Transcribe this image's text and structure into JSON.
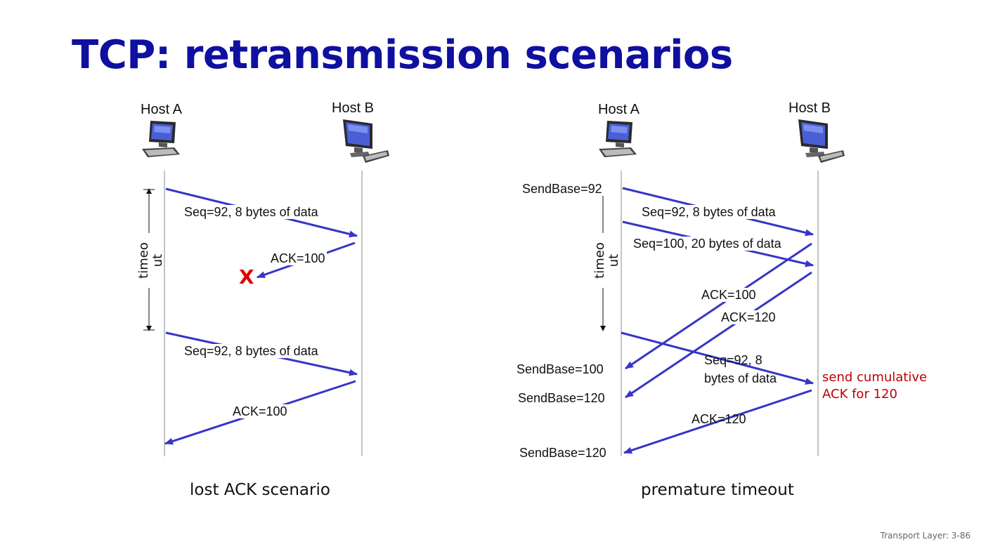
{
  "title": "TCP: retransmission scenarios",
  "footer": "Transport Layer: 3-86",
  "left": {
    "host_a": "Host A",
    "host_b": "Host B",
    "timeout": "timeo ut",
    "msg1": "Seq=92, 8 bytes of data",
    "ack1": "ACK=100",
    "lost_marker": "X",
    "msg2": "Seq=92, 8 bytes of data",
    "ack2": "ACK=100",
    "caption": "lost ACK scenario"
  },
  "right": {
    "host_a": "Host A",
    "host_b": "Host B",
    "timeout": "timeo ut",
    "sendbase1": "SendBase=92",
    "msg1": "Seq=92, 8 bytes of data",
    "msg2": "Seq=100, 20 bytes of data",
    "ack1": "ACK=100",
    "ack2": "ACK=120",
    "msg3": "Seq=92,  8 bytes of data",
    "sendbase2": "SendBase=100",
    "sendbase3": "SendBase=120",
    "note": "send cumulative ACK for 120",
    "ack3": "ACK=120",
    "sendbase4": "SendBase=120",
    "caption": "premature timeout"
  },
  "colors": {
    "title": "#0f0fa0",
    "arrow": "#3535c8",
    "note": "#c00000",
    "lost": "#e00000"
  },
  "icons": {
    "host": "desktop-computer-icon"
  }
}
